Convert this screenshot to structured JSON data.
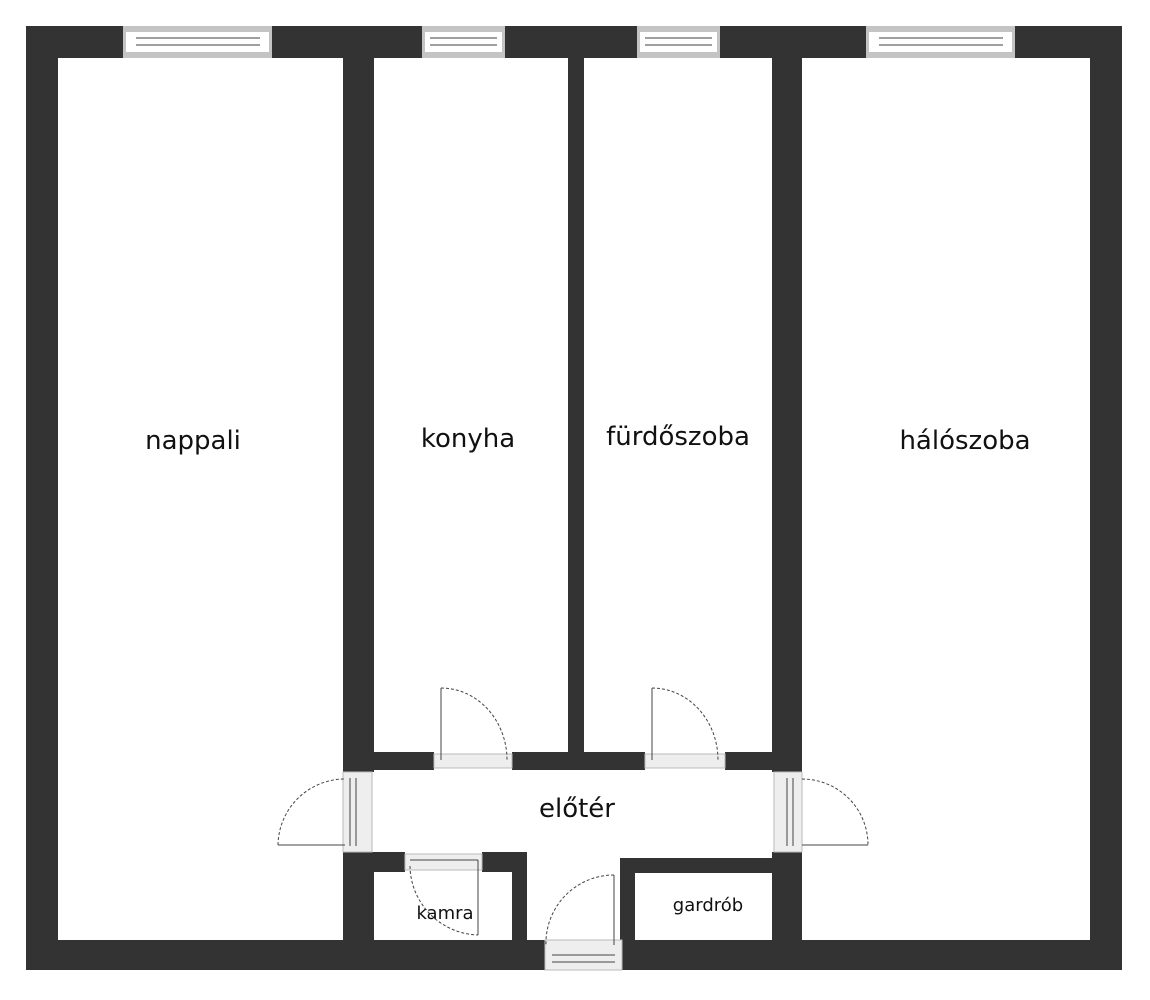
{
  "rooms": {
    "living_room": "nappali",
    "kitchen": "konyha",
    "bathroom": "fürdőszoba",
    "bedroom": "hálószoba",
    "hallway": "előtér",
    "pantry": "kamra",
    "wardrobe": "gardrób"
  }
}
